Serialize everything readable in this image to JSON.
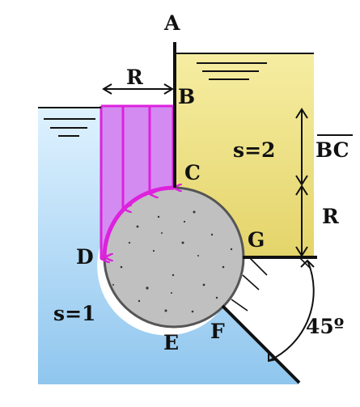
{
  "labels": {
    "point_a": "A",
    "point_b": "B",
    "point_c": "C",
    "point_d": "D",
    "point_e": "E",
    "point_f": "F",
    "point_g": "G",
    "dim_r_top": "R",
    "dim_r_right": "R",
    "dim_bc": "BC",
    "sg_right": "s=2",
    "sg_left": "s=1",
    "angle": "45º"
  },
  "colors": {
    "left_water_top": "#dff2ff",
    "left_water_bottom": "#8fc6ee",
    "right_fluid_top": "#f5ec9e",
    "right_fluid_bottom": "#e5d56c",
    "pressure_fill": "#cc77ee",
    "pressure_stroke": "#dd22dd",
    "cylinder_fill": "#c0c0c0",
    "wall": "#111111"
  },
  "icons": {
    "free_surface_left": "water-surface-icon",
    "free_surface_right": "water-surface-icon"
  }
}
